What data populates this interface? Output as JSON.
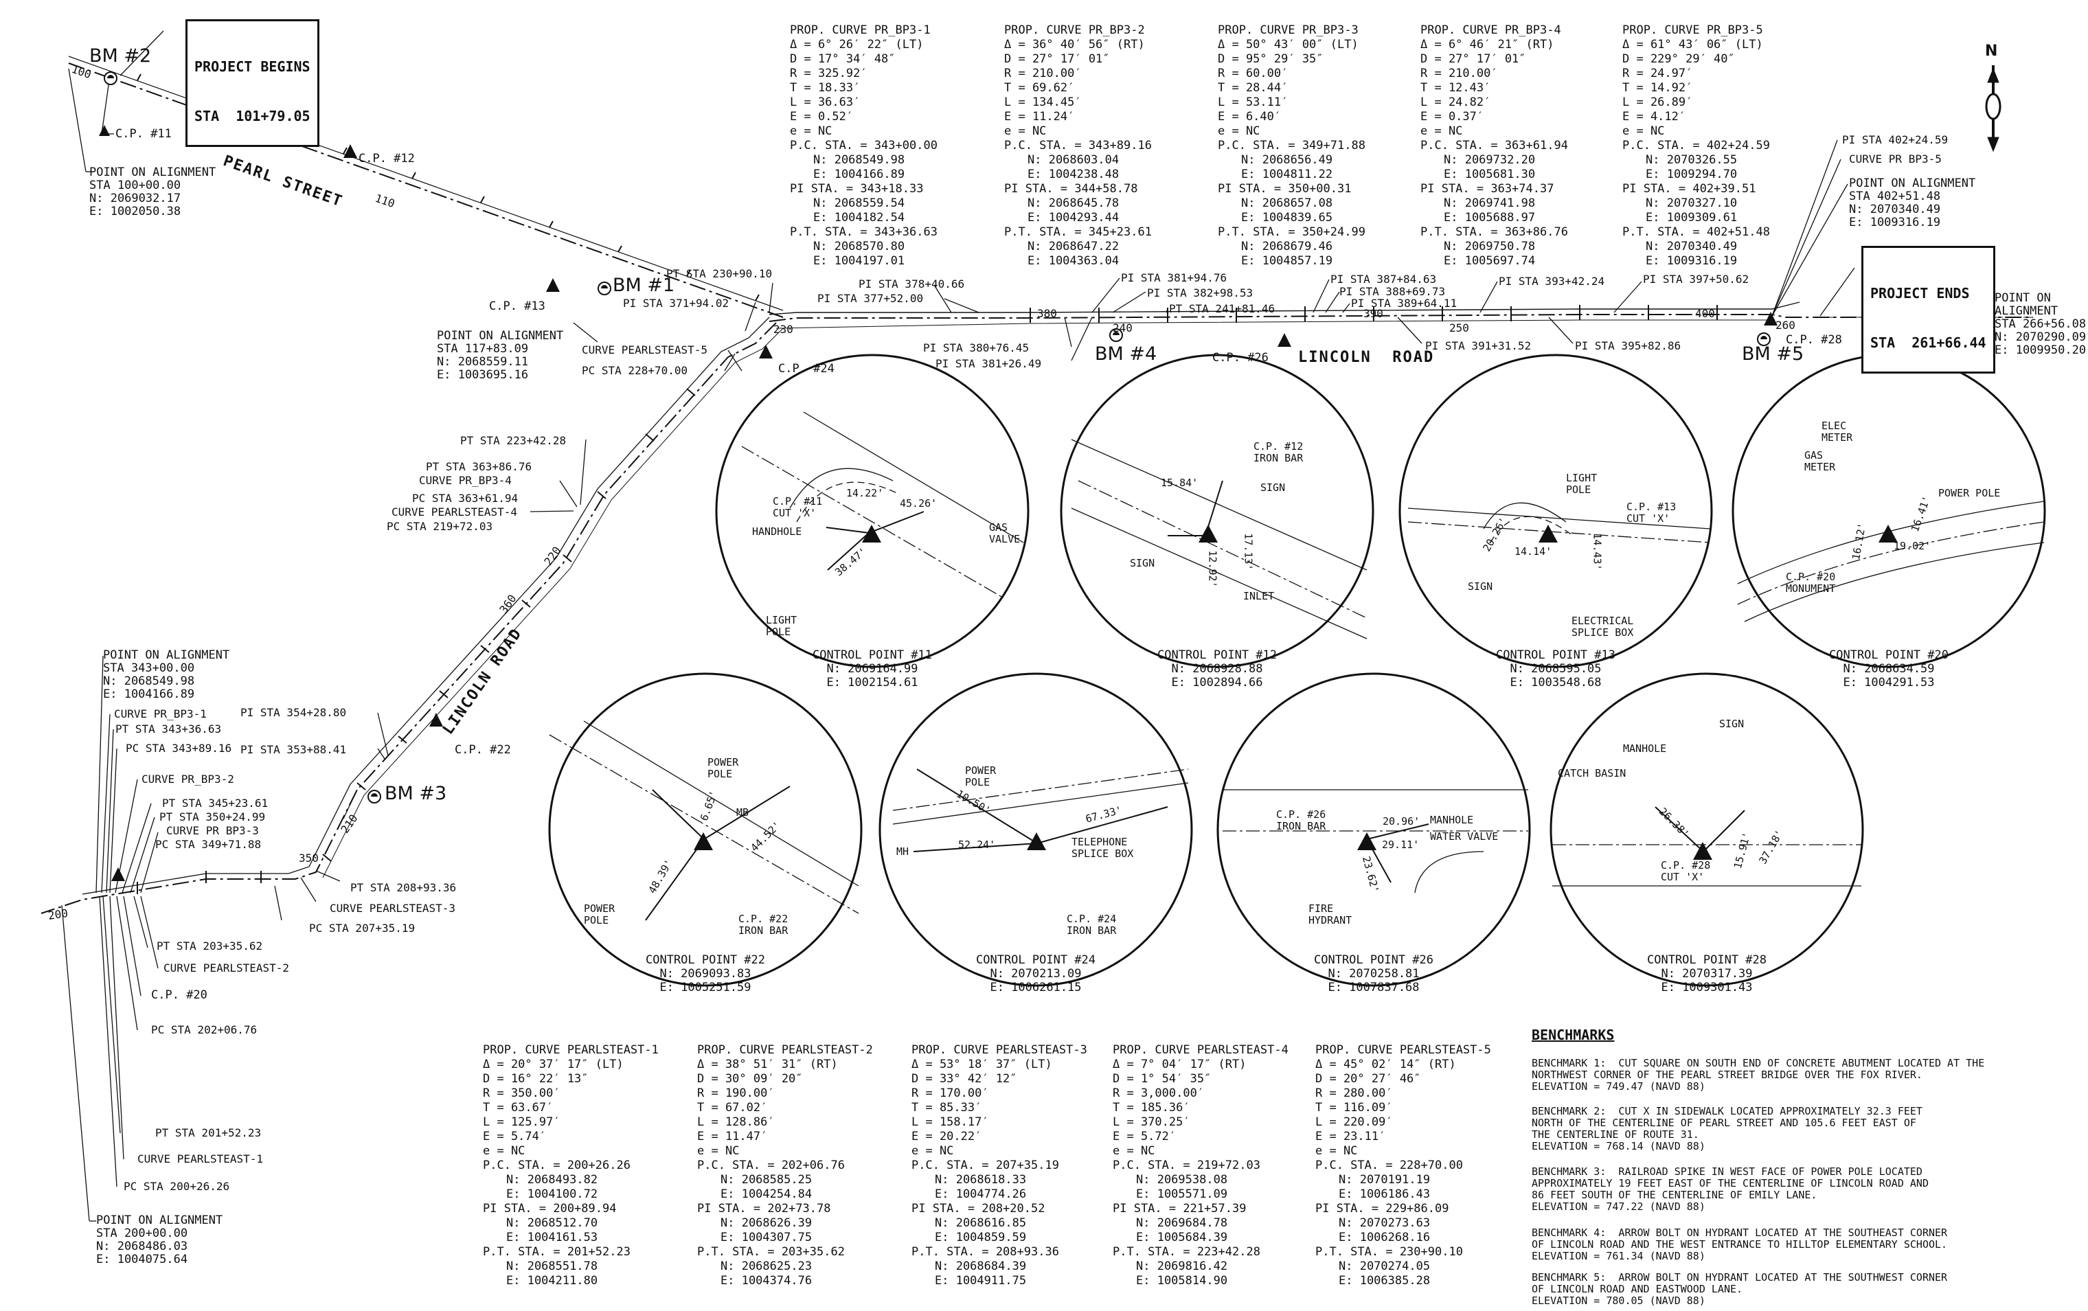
{
  "project_begins": {
    "line1": "PROJECT BEGINS",
    "line2": "STA  101+79.05"
  },
  "project_ends": {
    "line1": "PROJECT ENDS",
    "line2": "STA  261+66.44"
  },
  "street_names": {
    "pearl": "PEARL STREET",
    "lincoln_vertical": "LINCOLN ROAD",
    "lincoln_horizontal": "LINCOLN  ROAD"
  },
  "north_letter": "N",
  "benchmark_markers": {
    "bm1": "BM #1",
    "bm2": "BM #2",
    "bm3": "BM #3",
    "bm4": "BM #4",
    "bm5": "BM #5"
  },
  "cp_markers": {
    "cp11": "C.P. #11",
    "cp12": "C.P. #12",
    "cp13": "C.P. #13",
    "cp24": "C.P. #24",
    "cp22": "C.P. #22",
    "cp20": "C.P. #20",
    "cp26": "C.P. #26",
    "cp28": "C.P. #28"
  },
  "alignment_points": {
    "poa100": [
      "POINT ON ALIGNMENT",
      "STA 100+00.00",
      "N: 2069032.17",
      "E: 1002050.38"
    ],
    "poa117": [
      "POINT ON ALIGNMENT",
      "STA 117+83.09",
      "N: 2068559.11",
      "E: 1003695.16"
    ],
    "poa343": [
      "POINT ON ALIGNMENT",
      "STA 343+00.00",
      "N: 2068549.98",
      "E: 1004166.89"
    ],
    "poa200": [
      "POINT ON ALIGNMENT",
      "STA 200+00.00",
      "N: 2068486.03",
      "E: 1004075.64"
    ],
    "poa402": [
      "POINT ON ALIGNMENT",
      "STA 402+51.48",
      "N: 2070340.49",
      "E: 1009316.19"
    ],
    "poa266": [
      "POINT ON",
      "ALIGNMENT",
      "STA 266+56.08",
      "N: 2070290.09",
      "E: 1009950.20"
    ]
  },
  "station_labels": {
    "pt230": "PT STA 230+90.10",
    "pi371": "PI STA 371+94.02",
    "curve_pe5": "CURVE PEARLSTEAST-5",
    "pc228": "PC STA 228+70.00",
    "pi378": "PI STA 378+40.66",
    "pi377": "PI STA 377+52.00",
    "pi381a": "PI STA 381+94.76",
    "pi382": "PI STA 382+98.53",
    "pt241": "PT STA 241+81.46",
    "pi387": "PI STA 387+84.63",
    "pi388": "PI STA 388+69.73",
    "pi389": "PI STA 389+64.11",
    "pi393": "PI STA 393+42.24",
    "pi397": "PI STA 397+50.62",
    "pi380": "PI STA 380+76.45",
    "pi381b": "PI STA 381+26.49",
    "pi391": "PI STA 391+31.52",
    "pi395": "PI STA 395+82.86",
    "pi402": "PI STA 402+24.59",
    "curve_bp35": "CURVE PR BP3-5",
    "pt223": "PT STA 223+42.28",
    "pt363": "PT STA 363+86.76",
    "curve_bp34": "CURVE PR_BP3-4",
    "pc363": "PC STA 363+61.94",
    "curve_pe4": "CURVE PEARLSTEAST-4",
    "pc219": "PC STA 219+72.03",
    "pi354": "PI STA 354+28.80",
    "pi353": "PI STA 353+88.41",
    "curve_bp31": "CURVE PR_BP3-1",
    "pt343": "PT STA 343+36.63",
    "pc343": "PC STA 343+89.16",
    "curve_bp32": "CURVE PR_BP3-2",
    "pt345": "PT STA 345+23.61",
    "pt350": "PT STA 350+24.99",
    "curve_bp33": "CURVE PR BP3-3",
    "pc349": "PC STA 349+71.88",
    "pt208": "PT STA 208+93.36",
    "curve_pe3": "CURVE PEARLSTEAST-3",
    "pc207": "PC STA 207+35.19",
    "pt203": "PT STA 203+35.62",
    "curve_pe2": "CURVE PEARLSTEAST-2",
    "pc202": "PC STA 202+06.76",
    "pt201": "PT STA 201+52.23",
    "curve_pe1": "CURVE PEARLSTEAST-1",
    "pc200": "PC STA 200+26.26"
  },
  "ticks": {
    "t100": "100",
    "t110": "110",
    "t380": "380",
    "t240": "240",
    "t390": "390",
    "t250": "250",
    "t400": "400",
    "t260": "260",
    "t230": "230",
    "t220": "220",
    "t360": "360",
    "t210": "210",
    "t350": "350",
    "t200": "200"
  },
  "curve_tables_top": [
    {
      "title": "PROP. CURVE PR_BP3-1",
      "delta": "Δ = 6° 26′ 22″ (LT)",
      "d": "D = 17° 34′ 48″",
      "r": "R = 325.92′",
      "t": "T = 18.33′",
      "l": "L = 36.63′",
      "e": "E = 0.52′",
      "e2": "e = NC",
      "pc": "P.C. STA. = 343+00.00",
      "pc_n": "N: 2068549.98",
      "pc_e": "E: 1004166.89",
      "pi": "PI STA. = 343+18.33",
      "pi_n": "N: 2068559.54",
      "pi_e": "E: 1004182.54",
      "pt": "P.T. STA. = 343+36.63",
      "pt_n": "N: 2068570.80",
      "pt_e": "E: 1004197.01"
    },
    {
      "title": "PROP. CURVE PR_BP3-2",
      "delta": "Δ = 36° 40′ 56″ (RT)",
      "d": "D = 27° 17′ 01″",
      "r": "R = 210.00′",
      "t": "T = 69.62′",
      "l": "L = 134.45′",
      "e": "E = 11.24′",
      "e2": "e = NC",
      "pc": "P.C. STA. = 343+89.16",
      "pc_n": "N: 2068603.04",
      "pc_e": "E: 1004238.48",
      "pi": "PI STA. = 344+58.78",
      "pi_n": "N: 2068645.78",
      "pi_e": "E: 1004293.44",
      "pt": "P.T. STA. = 345+23.61",
      "pt_n": "N: 2068647.22",
      "pt_e": "E: 1004363.04"
    },
    {
      "title": "PROP. CURVE PR_BP3-3",
      "delta": "Δ = 50° 43′ 00″ (LT)",
      "d": "D = 95° 29′ 35″",
      "r": "R = 60.00′",
      "t": "T = 28.44′",
      "l": "L = 53.11′",
      "e": "E = 6.40′",
      "e2": "e = NC",
      "pc": "P.C. STA. = 349+71.88",
      "pc_n": "N: 2068656.49",
      "pc_e": "E: 1004811.22",
      "pi": "PI STA. = 350+00.31",
      "pi_n": "N: 2068657.08",
      "pi_e": "E: 1004839.65",
      "pt": "P.T. STA. = 350+24.99",
      "pt_n": "N: 2068679.46",
      "pt_e": "E: 1004857.19"
    },
    {
      "title": "PROP. CURVE PR_BP3-4",
      "delta": "Δ = 6° 46′ 21″ (RT)",
      "d": "D = 27° 17′ 01″",
      "r": "R = 210.00′",
      "t": "T = 12.43′",
      "l": "L = 24.82′",
      "e": "E = 0.37′",
      "e2": "e = NC",
      "pc": "P.C. STA. = 363+61.94",
      "pc_n": "N: 2069732.20",
      "pc_e": "E: 1005681.30",
      "pi": "PI STA. = 363+74.37",
      "pi_n": "N: 2069741.98",
      "pi_e": "E: 1005688.97",
      "pt": "P.T. STA. = 363+86.76",
      "pt_n": "N: 2069750.78",
      "pt_e": "E: 1005697.74"
    },
    {
      "title": "PROP. CURVE PR_BP3-5",
      "delta": "Δ = 61° 43′ 06″ (LT)",
      "d": "D = 229° 29′ 40″",
      "r": "R = 24.97′",
      "t": "T = 14.92′",
      "l": "L = 26.89′",
      "e": "E = 4.12′",
      "e2": "e = NC",
      "pc": "P.C. STA. = 402+24.59",
      "pc_n": "N: 2070326.55",
      "pc_e": "E: 1009294.70",
      "pi": "PI STA. = 402+39.51",
      "pi_n": "N: 2070327.10",
      "pi_e": "E: 1009309.61",
      "pt": "P.T. STA. = 402+51.48",
      "pt_n": "N: 2070340.49",
      "pt_e": "E: 1009316.19"
    }
  ],
  "curve_tables_bottom": [
    {
      "title": "PROP. CURVE PEARLSTEAST-1",
      "delta": "Δ = 20° 37′ 17″ (LT)",
      "d": "D = 16° 22′ 13″",
      "r": "R = 350.00′",
      "t": "T = 63.67′",
      "l": "L = 125.97′",
      "e": "E = 5.74′",
      "e2": "e = NC",
      "pc": "P.C. STA. = 200+26.26",
      "pc_n": "N: 2068493.82",
      "pc_e": "E: 1004100.72",
      "pi": "PI STA. = 200+89.94",
      "pi_n": "N: 2068512.70",
      "pi_e": "E: 1004161.53",
      "pt": "P.T. STA. = 201+52.23",
      "pt_n": "N: 2068551.78",
      "pt_e": "E: 1004211.80"
    },
    {
      "title": "PROP. CURVE PEARLSTEAST-2",
      "delta": "Δ = 38° 51′ 31″ (RT)",
      "d": "D = 30° 09′ 20″",
      "r": "R = 190.00′",
      "t": "T = 67.02′",
      "l": "L = 128.86′",
      "e": "E = 11.47′",
      "e2": "e = NC",
      "pc": "P.C. STA. = 202+06.76",
      "pc_n": "N: 2068585.25",
      "pc_e": "E: 1004254.84",
      "pi": "PI STA. = 202+73.78",
      "pi_n": "N: 2068626.39",
      "pi_e": "E: 1004307.75",
      "pt": "P.T. STA. = 203+35.62",
      "pt_n": "N: 2068625.23",
      "pt_e": "E: 1004374.76"
    },
    {
      "title": "PROP. CURVE PEARLSTEAST-3",
      "delta": "Δ = 53° 18′ 37″ (LT)",
      "d": "D = 33° 42′ 12″",
      "r": "R = 170.00′",
      "t": "T = 85.33′",
      "l": "L = 158.17′",
      "e": "E = 20.22′",
      "e2": "e = NC",
      "pc": "P.C. STA. = 207+35.19",
      "pc_n": "N: 2068618.33",
      "pc_e": "E: 1004774.26",
      "pi": "PI STA. = 208+20.52",
      "pi_n": "N: 2068616.85",
      "pi_e": "E: 1004859.59",
      "pt": "P.T. STA. = 208+93.36",
      "pt_n": "N: 2068684.39",
      "pt_e": "E: 1004911.75"
    },
    {
      "title": "PROP. CURVE PEARLSTEAST-4",
      "delta": "Δ = 7° 04′ 17″ (RT)",
      "d": "D = 1° 54′ 35″",
      "r": "R = 3,000.00′",
      "t": "T = 185.36′",
      "l": "L = 370.25′",
      "e": "E = 5.72′",
      "e2": "e = NC",
      "pc": "P.C. STA. = 219+72.03",
      "pc_n": "N: 2069538.08",
      "pc_e": "E: 1005571.09",
      "pi": "PI STA. = 221+57.39",
      "pi_n": "N: 2069684.78",
      "pi_e": "E: 1005684.39",
      "pt": "P.T. STA. = 223+42.28",
      "pt_n": "N: 2069816.42",
      "pt_e": "E: 1005814.90"
    },
    {
      "title": "PROP. CURVE PEARLSTEAST-5",
      "delta": "Δ = 45° 02′ 14″ (RT)",
      "d": "D = 20° 27′ 46″",
      "r": "R = 280.00′",
      "t": "T = 116.09′",
      "l": "L = 220.09′",
      "e": "E = 23.11′",
      "e2": "e = NC",
      "pc": "P.C. STA. = 228+70.00",
      "pc_n": "N: 2070191.19",
      "pc_e": "E: 1006186.43",
      "pi": "PI STA. = 229+86.09",
      "pi_n": "N: 2070273.63",
      "pi_e": "E: 1006268.16",
      "pt": "P.T. STA. = 230+90.10",
      "pt_n": "N: 2070274.05",
      "pt_e": "E: 1006385.28"
    }
  ],
  "control_points": [
    {
      "title": "CONTROL POINT #11",
      "n": "N: 2069164.99",
      "e": "E: 1002154.61",
      "labels": {
        "cp": "C.P. #11\nCUT 'X'",
        "handhole": "HANDHOLE",
        "gas": "GAS\nVALVE",
        "light": "LIGHT\nPOLE",
        "d1": "14.22'",
        "d2": "45.26'",
        "d3": "38.47'"
      }
    },
    {
      "title": "CONTROL POINT #12",
      "n": "N: 2068928.88",
      "e": "E: 1002894.66",
      "labels": {
        "cp": "C.P. #12\nIRON BAR",
        "sign1": "SIGN",
        "sign2": "SIGN",
        "inlet": "INLET",
        "d1": "15.84'",
        "d2": "17.13'",
        "d3": "12.92'"
      }
    },
    {
      "title": "CONTROL POINT #13",
      "n": "N: 2068595.05",
      "e": "E: 1003548.68",
      "labels": {
        "light": "LIGHT\nPOLE",
        "cp": "C.P. #13\nCUT 'X'",
        "sign": "SIGN",
        "elec": "ELECTRICAL\nSPLICE BOX",
        "d1": "20.26'",
        "d2": "14.14'",
        "d3": "14.43'"
      }
    },
    {
      "title": "CONTROL POINT #20",
      "n": "N: 2068634.59",
      "e": "E: 1004291.53",
      "labels": {
        "elec": "ELEC\nMETER",
        "gas": "GAS\nMETER",
        "power": "POWER POLE",
        "cp": "C.P. #20\nMONUMENT",
        "d1": "16.41'",
        "d2": "16.12'",
        "d3": "19.02'"
      }
    },
    {
      "title": "CONTROL POINT #22",
      "n": "N: 2069093.83",
      "e": "E: 1005251.59",
      "labels": {
        "power1": "POWER\nPOLE",
        "power2": "POWER\nPOLE",
        "mb": "MB",
        "cp": "C.P. #22\nIRON BAR",
        "d1": "6.65'",
        "d2": "44.52'",
        "d3": "48.39'"
      }
    },
    {
      "title": "CONTROL POINT #24",
      "n": "N: 2070213.09",
      "e": "E: 1006261.15",
      "labels": {
        "power": "POWER\nPOLE",
        "mh": "MH",
        "tel": "TELEPHONE\nSPLICE BOX",
        "cp": "C.P. #24\nIRON BAR",
        "d1": "10.50'",
        "d2": "67.33'",
        "d3": "52.24'"
      }
    },
    {
      "title": "CONTROL POINT #26",
      "n": "N: 2070258.81",
      "e": "E: 1007837.68",
      "labels": {
        "cp": "C.P. #26\nIRON BAR",
        "manhole": "MANHOLE",
        "water": "WATER VALVE",
        "fire": "FIRE\nHYDRANT",
        "d1": "20.96'",
        "d2": "29.11'",
        "d3": "23.62'"
      }
    },
    {
      "title": "CONTROL POINT #28",
      "n": "N: 2070317.39",
      "e": "E: 1009301.43",
      "labels": {
        "sign": "SIGN",
        "manhole": "MANHOLE",
        "catch": "CATCH BASIN",
        "cp": "C.P. #28\nCUT 'X'",
        "d1": "26.38'",
        "d2": "15.91'",
        "d3": "37.18'"
      }
    }
  ],
  "benchmarks": {
    "title": "BENCHMARKS",
    "items": [
      "BENCHMARK 1:  CUT SQUARE ON SOUTH END OF CONCRETE ABUTMENT LOCATED AT THE\nNORTHWEST CORNER OF THE PEARL STREET BRIDGE OVER THE FOX RIVER.\nELEVATION = 749.47 (NAVD 88)",
      "BENCHMARK 2:  CUT X IN SIDEWALK LOCATED APPROXIMATELY 32.3 FEET\nNORTH OF THE CENTERLINE OF PEARL STREET AND 105.6 FEET EAST OF\nTHE CENTERLINE OF ROUTE 31.\nELEVATION = 768.14 (NAVD 88)",
      "BENCHMARK 3:  RAILROAD SPIKE IN WEST FACE OF POWER POLE LOCATED\nAPPROXIMATELY 19 FEET EAST OF THE CENTERLINE OF LINCOLN ROAD AND\n86 FEET SOUTH OF THE CENTERLINE OF EMILY LANE.\nELEVATION = 747.22 (NAVD 88)",
      "BENCHMARK 4:  ARROW BOLT ON HYDRANT LOCATED AT THE SOUTHEAST CORNER\nOF LINCOLN ROAD AND THE WEST ENTRANCE TO HILLTOP ELEMENTARY SCHOOL.\nELEVATION = 761.34 (NAVD 88)",
      "BENCHMARK 5:  ARROW BOLT ON HYDRANT LOCATED AT THE SOUTHWEST CORNER\nOF LINCOLN ROAD AND EASTWOOD LANE.\nELEVATION = 780.05 (NAVD 88)"
    ]
  }
}
